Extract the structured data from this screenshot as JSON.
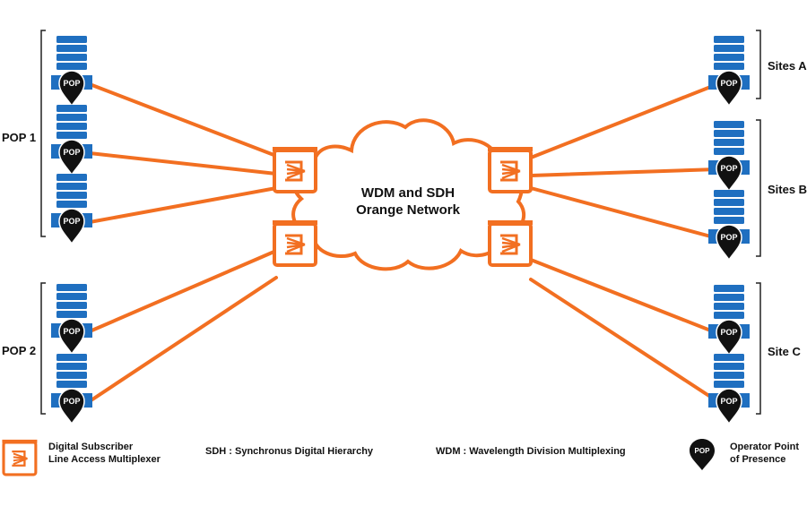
{
  "colors": {
    "orange": "#f26f21",
    "blue": "#1f6fc0",
    "pin": "#111111",
    "bracket": "#222222"
  },
  "icons": {
    "server": "server-stack-icon",
    "pop": "pop-pin-icon",
    "dslam": "dslam-icon",
    "cloud": "cloud-icon"
  },
  "network": {
    "line1": "WDM and SDH",
    "line2": "Orange Network"
  },
  "pop_label": "POP",
  "groups": {
    "pop1": "POP 1",
    "pop2": "POP 2",
    "sitesA": "Sites A",
    "sitesB": "Sites B",
    "siteC": "Site C"
  },
  "legend": {
    "dslam_line1": "Digital Subscriber",
    "dslam_line2": "Line Access Multiplexer",
    "sdh": "SDH : Synchronus Digital Hierarchy",
    "wdm": "WDM : Wavelength Division Multiplexing",
    "pop_line1": "Operator Point",
    "pop_line2": "of Presence"
  }
}
